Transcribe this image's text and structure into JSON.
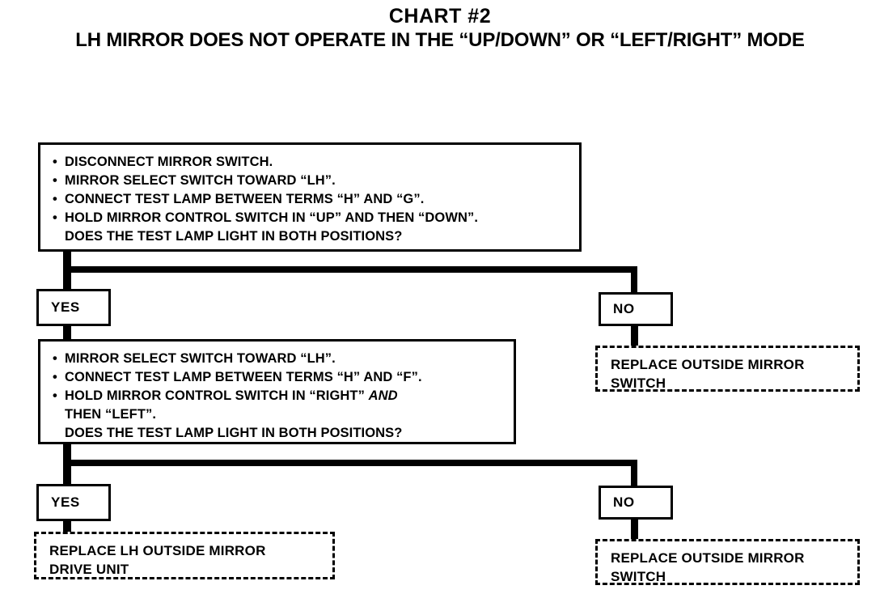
{
  "titles": {
    "chart_number": "CHART #2",
    "chart_subject": "LH MIRROR DOES NOT OPERATE IN THE “UP/DOWN” OR “LEFT/RIGHT” MODE"
  },
  "colors": {
    "ink": "#000000",
    "paper": "#ffffff"
  },
  "flow": {
    "step1": {
      "bullet_glyph": "•",
      "lines": [
        "DISCONNECT MIRROR SWITCH.",
        "MIRROR SELECT SWITCH TOWARD “LH”.",
        "CONNECT TEST LAMP BETWEEN TERMS “H” AND “G”."
      ],
      "last_line_a": "HOLD MIRROR CONTROL SWITCH IN “UP” AND THEN “DOWN”.",
      "last_line_b": "DOES THE TEST LAMP LIGHT IN BOTH POSITIONS?"
    },
    "branch1": {
      "yes_label": "YES",
      "no_label": "NO"
    },
    "result_no_1": "REPLACE OUTSIDE MIRROR\nSWITCH",
    "step2": {
      "bullet_glyph": "•",
      "line1": "MIRROR SELECT SWITCH TOWARD “LH”.",
      "line2": "CONNECT TEST LAMP BETWEEN TERMS “H” AND “F”.",
      "line3_a": "HOLD MIRROR CONTROL SWITCH IN “RIGHT” ",
      "line3_and": "AND",
      "line3_b": "THEN “LEFT”.",
      "line4": "DOES THE TEST LAMP LIGHT IN BOTH POSITIONS?"
    },
    "branch2": {
      "yes_label": "YES",
      "no_label": "NO"
    },
    "result_yes_2": "REPLACE LH OUTSIDE MIRROR\nDRIVE UNIT",
    "result_no_2": "REPLACE OUTSIDE MIRROR\nSWITCH"
  },
  "chart_data": {
    "type": "table",
    "title": "CHART #2 — LH MIRROR DOES NOT OPERATE IN THE “UP/DOWN” OR “LEFT/RIGHT” MODE",
    "nodes": [
      {
        "id": "step1",
        "kind": "test",
        "border": "solid",
        "text": "• DISCONNECT MIRROR SWITCH. • MIRROR SELECT SWITCH TOWARD “LH”. • CONNECT TEST LAMP BETWEEN TERMS “H” AND “G”. • HOLD MIRROR CONTROL SWITCH IN “UP” AND THEN “DOWN”. DOES THE TEST LAMP LIGHT IN BOTH POSITIONS?"
      },
      {
        "id": "yes1",
        "kind": "branch",
        "border": "solid",
        "text": "YES"
      },
      {
        "id": "no1",
        "kind": "branch",
        "border": "solid",
        "text": "NO"
      },
      {
        "id": "result_no1",
        "kind": "result",
        "border": "dashed",
        "text": "REPLACE OUTSIDE MIRROR SWITCH"
      },
      {
        "id": "step2",
        "kind": "test",
        "border": "solid",
        "text": "• MIRROR SELECT SWITCH TOWARD “LH”. • CONNECT TEST LAMP BETWEEN TERMS “H” AND “F”. • HOLD MIRROR CONTROL SWITCH IN “RIGHT” AND THEN “LEFT”. DOES THE TEST LAMP LIGHT IN BOTH POSITIONS?"
      },
      {
        "id": "yes2",
        "kind": "branch",
        "border": "solid",
        "text": "YES"
      },
      {
        "id": "no2",
        "kind": "branch",
        "border": "solid",
        "text": "NO"
      },
      {
        "id": "result_yes2",
        "kind": "result",
        "border": "dashed",
        "text": "REPLACE LH OUTSIDE MIRROR DRIVE UNIT"
      },
      {
        "id": "result_no2",
        "kind": "result",
        "border": "dashed",
        "text": "REPLACE OUTSIDE MIRROR SWITCH"
      }
    ],
    "edges": [
      {
        "from": "step1",
        "to": "yes1",
        "label": "YES"
      },
      {
        "from": "step1",
        "to": "no1",
        "label": "NO"
      },
      {
        "from": "no1",
        "to": "result_no1",
        "label": ""
      },
      {
        "from": "yes1",
        "to": "step2",
        "label": ""
      },
      {
        "from": "step2",
        "to": "yes2",
        "label": "YES"
      },
      {
        "from": "step2",
        "to": "no2",
        "label": "NO"
      },
      {
        "from": "yes2",
        "to": "result_yes2",
        "label": ""
      },
      {
        "from": "no2",
        "to": "result_no2",
        "label": ""
      }
    ]
  }
}
